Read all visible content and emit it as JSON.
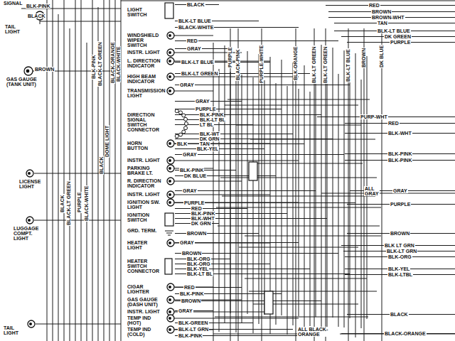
{
  "diagram": {
    "labels": [
      "SIGNAL",
      "BLK-PINK",
      "BLACK",
      "TAIL LIGHT",
      "BROWN",
      "GAS GAUGE (TANK UNIT)",
      "LICENSE LIGHT",
      "LUGGAGE COMPT. LIGHT",
      "TAIL LIGHT",
      "BLK-PINK",
      "BLACK-LT GREEN",
      "BLACK-ORANGE",
      "BLACK-WHITE",
      "DOME LIGHT",
      "BLACK",
      "BLACK",
      "BLACK-LT GREEN",
      "PURPLE",
      "BLACK-WHITE",
      "LIGHT SWITCH",
      "WINDSHIELD WIPER SWITCH",
      "INSTR. LIGHT",
      "L. DIRECTION INDICATOR",
      "HIGH BEAM INDICATOR",
      "TRANSMISSION LIGHT",
      "DIRECTION SIGNAL SWITCH CONNECTOR",
      "HORN BUTTON",
      "INSTR. LIGHT",
      "PARKING BRAKE LT.",
      "R. DIRECTION INDICATOR",
      "INSTR. LIGHT",
      "IGNITION SW. LIGHT",
      "IGNITION SWITCH",
      "GRD. TERM.",
      "HEATER LIGHT",
      "HEATER SWITCH CONNECTOR",
      "CIGAR LIGHTER",
      "GAS GAUGE (DASH UNIT)",
      "INSTR. LIGHT",
      "TEMP IND (HOT)",
      "TEMP IND (COLD)",
      "BLACK",
      "BLK-LT BLUE",
      "BLACK-WHITE",
      "RED",
      "GRAY",
      "BLK-LT BLUE",
      "BLK-LT GREEN",
      "GRAY",
      "GRAY",
      "PURPLE",
      "BLK-PINK",
      "BLK-LT BL",
      "LT BL",
      "BLK-WT",
      "DK GRN",
      "TAN",
      "BLK-YEL",
      "BLK",
      "GRAY",
      "BLK-PINK",
      "DK BLUE",
      "GRAY",
      "PURPLE",
      "RED",
      "BLK-PINK",
      "BLK-WHT",
      "DK GRN",
      "BROWN",
      "GRAY",
      "BROWN",
      "BLK-ORG",
      "BLK-ORG",
      "BLK-YEL",
      "BLK-LT BL",
      "RED",
      "BLK-PINK",
      "BROWN",
      "GRAY",
      "BLK-GREEN",
      "BLK-LT GRN",
      "BLK-PINK",
      "PURPLE",
      "BLACK-PINK",
      "PURPLE-WHITE",
      "BLK-ORANGE",
      "BLK-LT GREEN",
      "BLK-LT GREEN",
      "BLK-LT BLUE",
      "BROWN",
      "DK BLUE",
      "RED",
      "BROWN",
      "BROWN-WHT",
      "TAN",
      "BLK-LT BLUE",
      "DK GREEN",
      "PURPLE",
      "PURP-WHT",
      "RED",
      "BLK-WHT",
      "BLK-PINK",
      "BLK-PINK",
      "ALL GRAY",
      "GRAY",
      "PURPLE",
      "BROWN",
      "BLK LT GRN",
      "BLK-LT GRN",
      "BLK-ORG",
      "BLK-YEL",
      "BLK-LTBL",
      "BLACK",
      "ALL BLACK-ORANGE",
      "BLACK-ORANGE"
    ]
  }
}
